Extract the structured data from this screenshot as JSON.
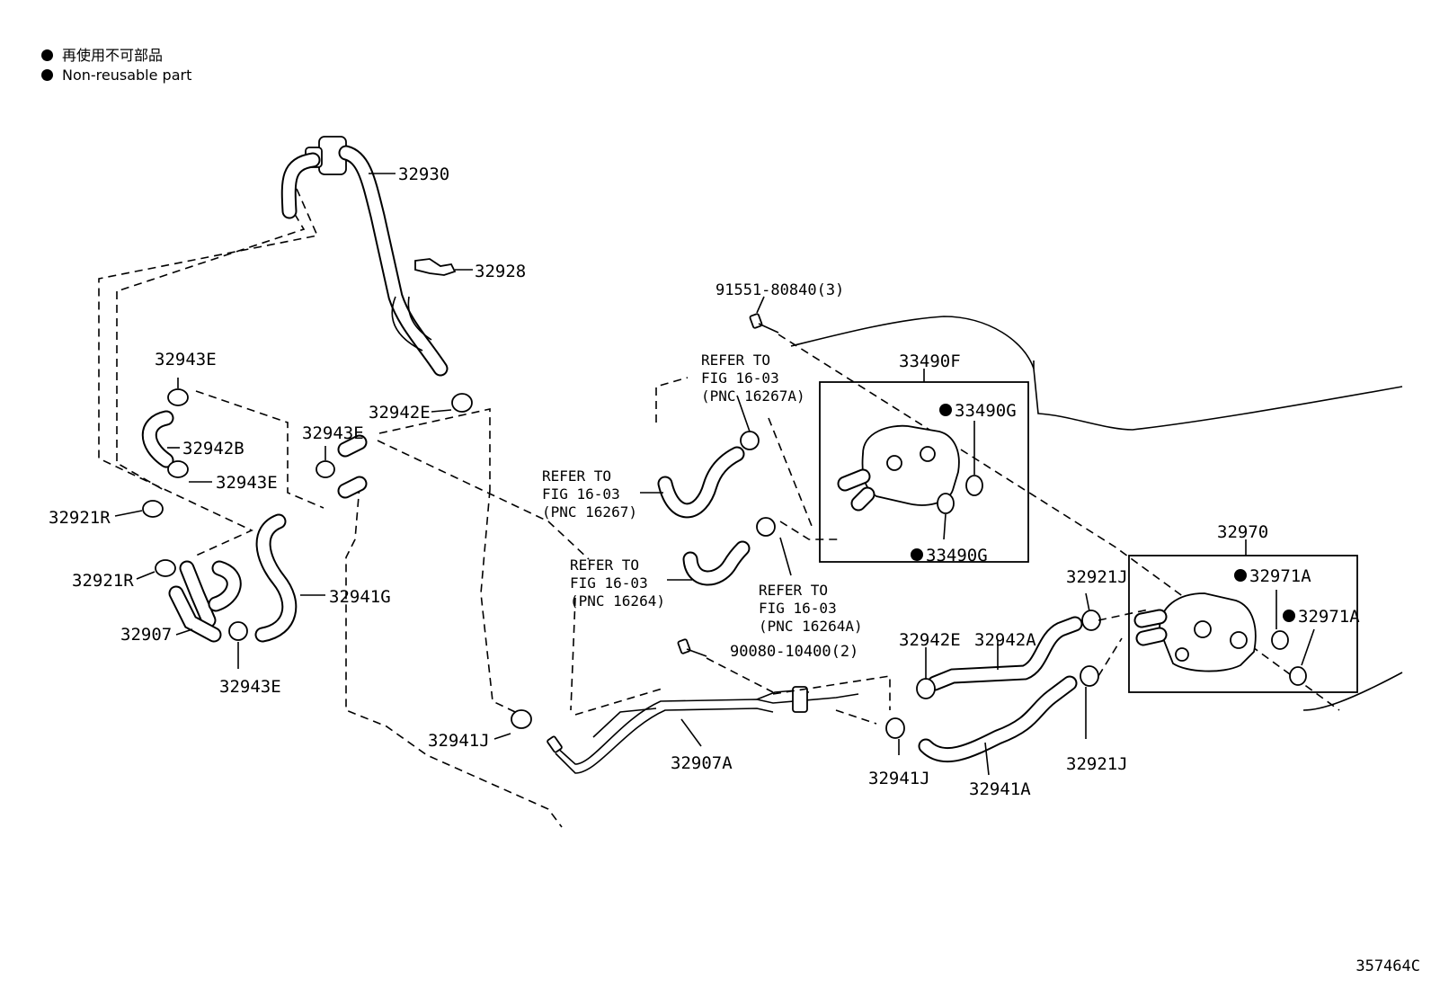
{
  "legend": [
    {
      "text": "再使用不可部品"
    },
    {
      "text": "Non-reusable part"
    }
  ],
  "labels": {
    "p32930": "32930",
    "p32928": "32928",
    "p91551": "91551-80840(3)",
    "p33490F": "33490F",
    "p33490G_a": "33490G",
    "p33490G_b": "33490G",
    "p32943E_a": "32943E",
    "p32942B": "32942B",
    "p32943E_b": "32943E",
    "p32943E_c": "32943E",
    "p32942E_a": "32942E",
    "p32921R_a": "32921R",
    "p32921R_b": "32921R",
    "p32907": "32907",
    "p32943E_d": "32943E",
    "p32941G": "32941G",
    "p32941J_a": "32941J",
    "p32907A": "32907A",
    "p90080": "90080-10400(2)",
    "p32970": "32970",
    "p32971A_a": "32971A",
    "p32971A_b": "32971A",
    "p32921J_a": "32921J",
    "p32942E_b": "32942E",
    "p32942A": "32942A",
    "p32941J_b": "32941J",
    "p32941A": "32941A",
    "p32921J_b": "32921J"
  },
  "refs": {
    "ref1": {
      "l1": "REFER TO",
      "l2": "FIG 16-03",
      "l3": "(PNC 16267A)"
    },
    "ref2": {
      "l1": "REFER TO",
      "l2": "FIG 16-03",
      "l3": "(PNC 16267)"
    },
    "ref3": {
      "l1": "REFER TO",
      "l2": "FIG 16-03",
      "l3": "(PNC 16264)"
    },
    "ref4": {
      "l1": "REFER TO",
      "l2": "FIG 16-03",
      "l3": "(PNC 16264A)"
    }
  },
  "doc_id": "357464C"
}
